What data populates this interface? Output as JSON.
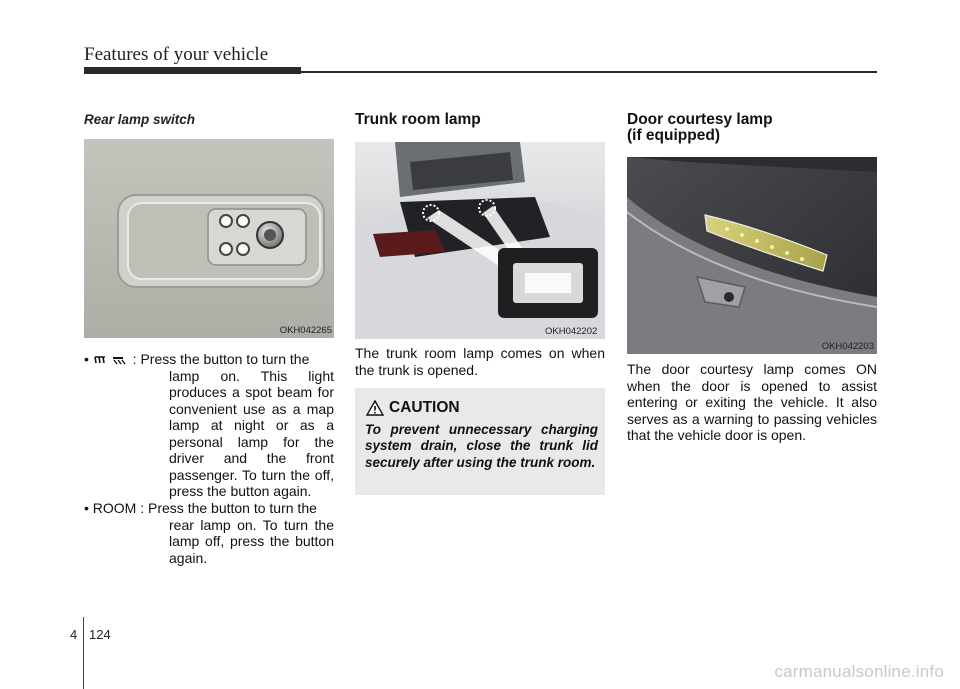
{
  "header": {
    "section_title": "Features of your vehicle"
  },
  "col1": {
    "subheading": "Rear lamp switch",
    "figure_code": "OKH042265",
    "items": [
      {
        "icon": "spot-lamp-icon",
        "lead": " : ",
        "text_first": "Press the button to turn the",
        "text_rest": "lamp on. This light produces a spot beam for convenient use as a map lamp at night or as a personal lamp for the driver and the front passenger. To turn the off, press the button again."
      },
      {
        "lead": "• ROOM : ",
        "text_first": "Press the button to turn the",
        "text_rest": "rear lamp on. To turn the lamp off, press the button again."
      }
    ]
  },
  "col2": {
    "heading": "Trunk room lamp",
    "figure_code": "OKH042202",
    "paragraph": "The trunk room lamp comes on when the trunk is opened.",
    "caution": {
      "title": "CAUTION",
      "text": "To prevent unnecessary charging system drain, close the trunk lid securely after using the trunk room."
    }
  },
  "col3": {
    "heading_line1": "Door courtesy lamp",
    "heading_line2": "(if equipped)",
    "figure_code": "OKH042203",
    "paragraph": "The door courtesy lamp comes ON when the door is opened to assist entering or exiting the vehicle. It also serves as a warning to passing vehicles that the vehicle door is open."
  },
  "footer": {
    "section": "4",
    "page": "124"
  },
  "watermark": "carmanualsonline.info"
}
